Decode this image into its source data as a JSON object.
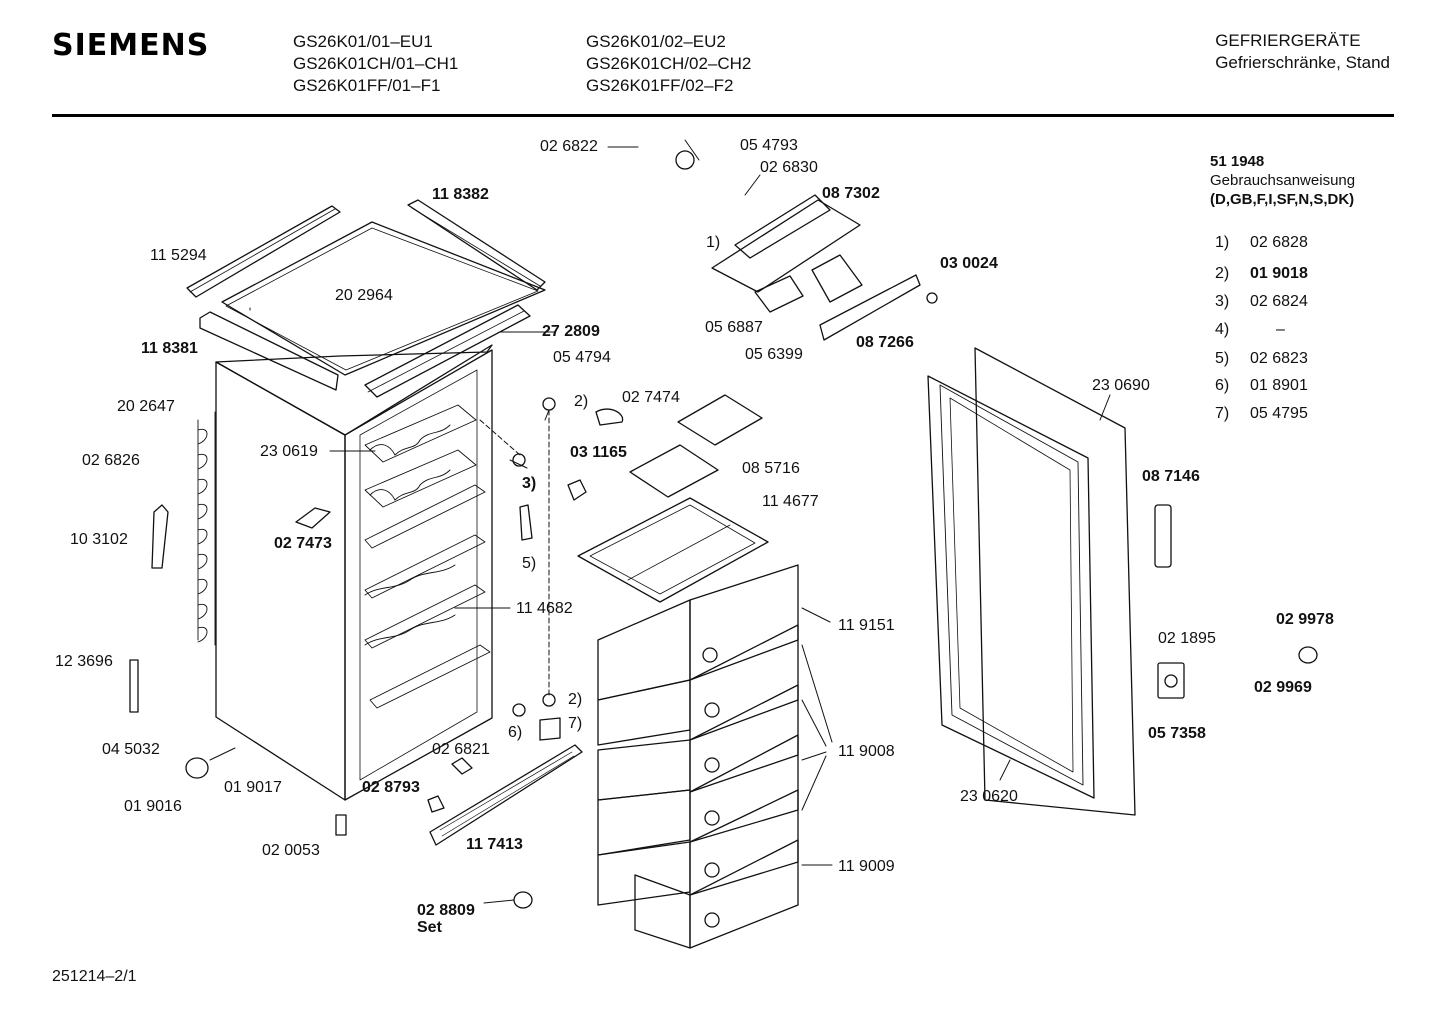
{
  "header": {
    "brand": "SIEMENS",
    "models_col1": [
      "GS26K01/01–EU1",
      "GS26K01CH/01–CH1",
      "GS26K01FF/01–F1"
    ],
    "models_col2": [
      "GS26K01/02–EU2",
      "GS26K01CH/02–CH2",
      "GS26K01FF/02–F2"
    ],
    "category": "GEFRIERGERÄTE",
    "subcategory": "Gefrierschränke, Stand"
  },
  "document": {
    "number": "51 1948",
    "title": "Gebrauchsanweisung",
    "languages": "(D,GB,F,I,SF,N,S,DK)"
  },
  "legend": [
    {
      "key": "1)",
      "part": "02 6828",
      "bold": false
    },
    {
      "key": "2)",
      "part": "01 9018",
      "bold": true
    },
    {
      "key": "3)",
      "part": "02 6824",
      "bold": false
    },
    {
      "key": "4)",
      "part": "–",
      "bold": false
    },
    {
      "key": "5)",
      "part": "02 6823",
      "bold": false
    },
    {
      "key": "6)",
      "part": "01 8901",
      "bold": false
    },
    {
      "key": "7)",
      "part": "05 4795",
      "bold": false
    }
  ],
  "parts": {
    "p026822": "02 6822",
    "p054793": "05 4793",
    "p026830": "02 6830",
    "p087302": "08 7302",
    "k1": "1)",
    "p118382": "11 8382",
    "p115294": "11 5294",
    "p202964": "20 2964",
    "p030024": "03 0024",
    "p272809": "27 2809",
    "p118381": "11 8381",
    "p056887": "05 6887",
    "p056399": "05 6399",
    "p087266": "08 7266",
    "p054794": "05 4794",
    "p202647": "20 2647",
    "k2a": "2)",
    "p027474": "02 7474",
    "p230690": "23 0690",
    "p230619": "23 0619",
    "p026826": "02 6826",
    "k3": "3)",
    "p031165": "03 1165",
    "p085716": "08 5716",
    "p087146": "08 7146",
    "p114677": "11 4677",
    "p103102": "10 3102",
    "p027473": "02 7473",
    "k5": "5)",
    "p114682": "11 4682",
    "p119151": "11 9151",
    "p029978": "02 9978",
    "p021895": "02 1895",
    "p123696": "12 3696",
    "p029969": "02 9969",
    "k2b": "2)",
    "k7": "7)",
    "k6": "6)",
    "p057358": "05 7358",
    "p026821": "02 6821",
    "p045032": "04 5032",
    "p119008": "11 9008",
    "p019017": "01 9017",
    "p028793": "02 8793",
    "p019016": "01 9016",
    "p230620": "23 0620",
    "p117413": "11 7413",
    "p020053": "02 0053",
    "p119009": "11 9009",
    "p028809": "02 8809",
    "set": "Set"
  },
  "footer": {
    "code": "251214–2/1"
  }
}
